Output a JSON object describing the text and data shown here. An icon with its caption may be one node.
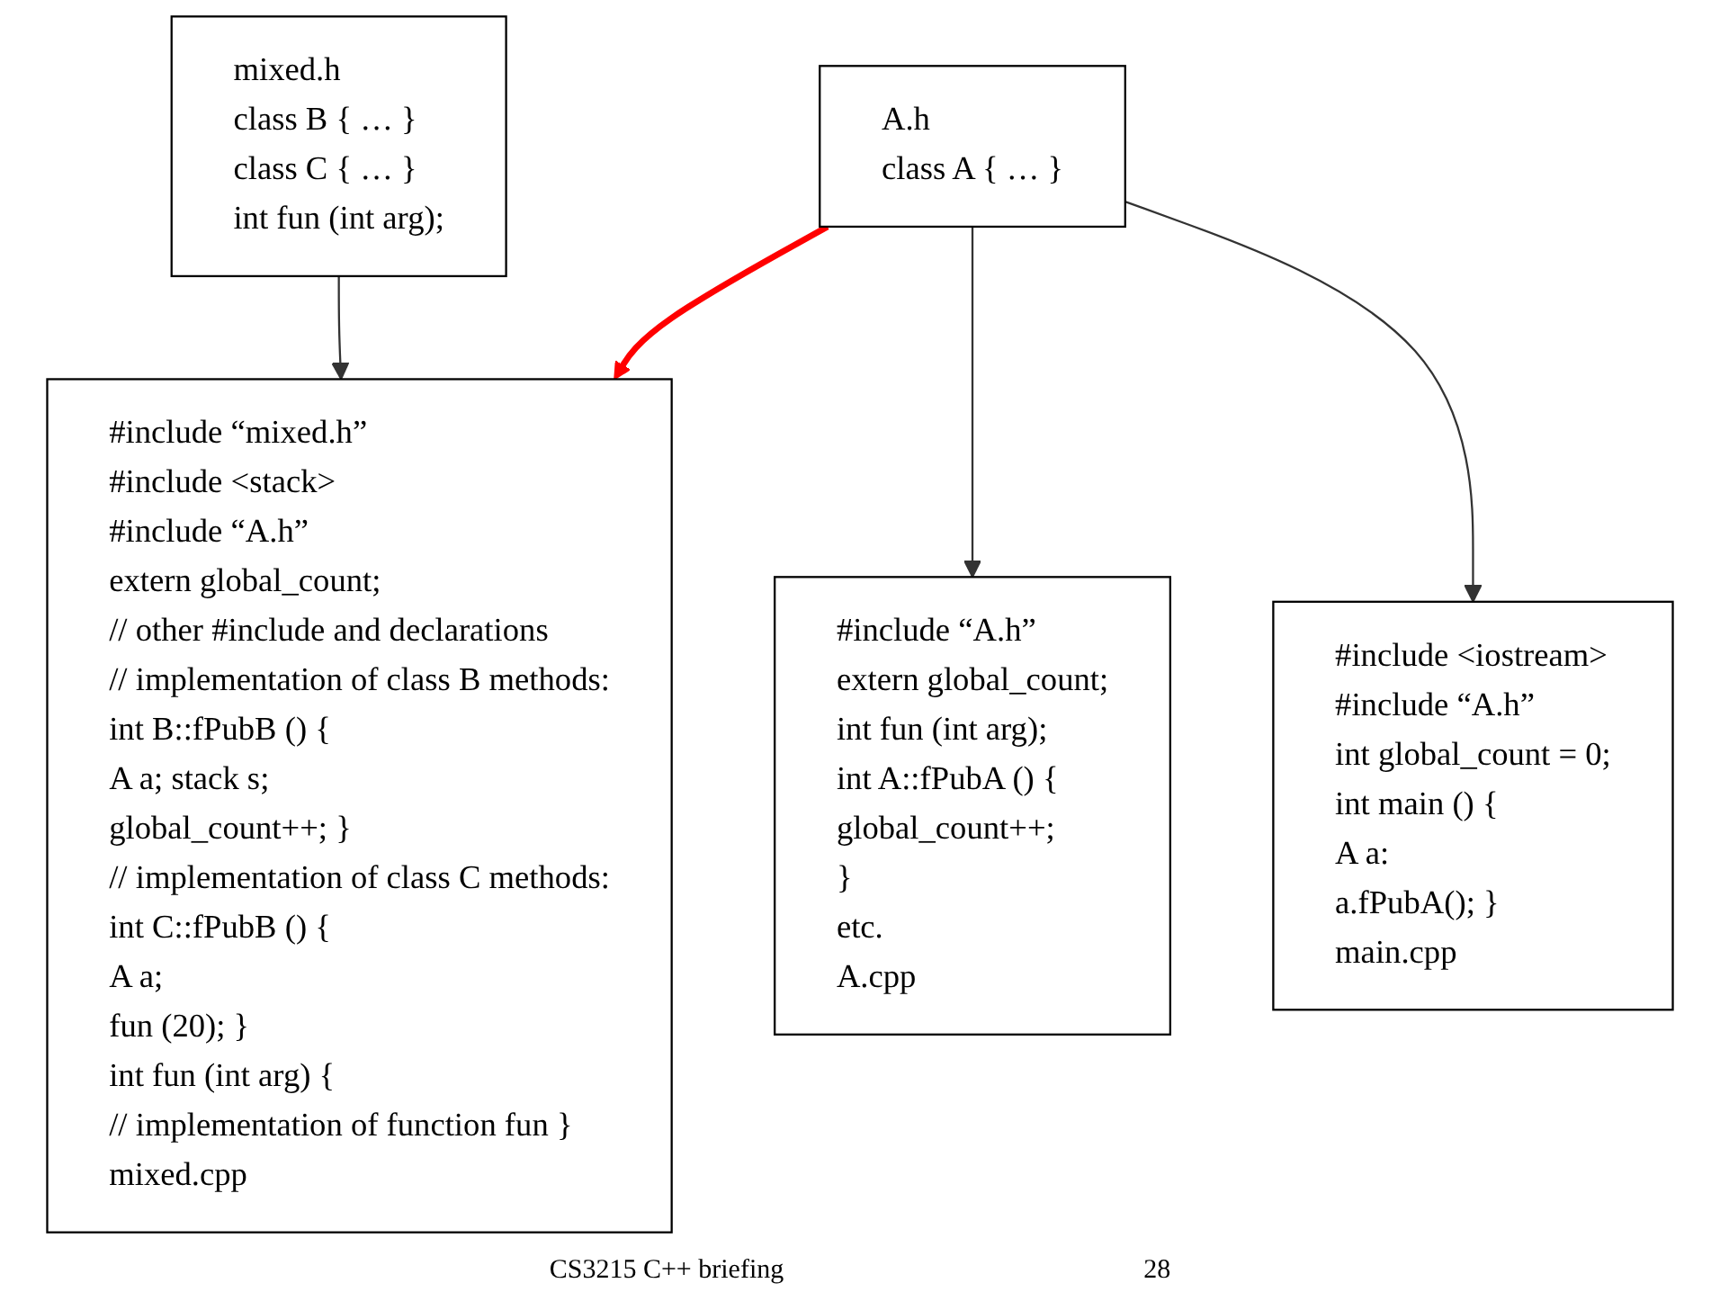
{
  "diagram": {
    "nodes": [
      {
        "text": [
          "mixed.h",
          "class B { … }",
          "class C { … }",
          "int fun (int arg);"
        ]
      },
      {
        "text": [
          "A.h",
          "class A { … }"
        ]
      },
      {
        "text": [
          "#include <iostream>",
          "#include “A.h”",
          "int global_count = 0;",
          "int main () {",
          "A a:",
          "a.fPubA();  }",
          "main.cpp"
        ]
      },
      {
        "text": [
          "#include “A.h”",
          "extern global_count;",
          "int fun (int arg);",
          "int A::fPubA () {",
          "global_count++;",
          "}",
          "etc.",
          "A.cpp"
        ]
      },
      {
        "text": [
          "#include “mixed.h”",
          "#include <stack>",
          "#include “A.h”",
          "extern global_count;",
          "// other #include and declarations",
          "// implementation of class B methods:",
          "int B::fPubB () {",
          "A a; stack s;",
          "global_count++; }",
          "// implementation of class C methods:",
          "int C::fPubB () {",
          "A a;",
          "fun (20); }",
          "int fun (int arg) {",
          "// implementation of function fun }",
          "mixed.cpp"
        ]
      }
    ],
    "edges": [
      {
        "from": 1,
        "to": 2,
        "arrow": "to"
      },
      {
        "from": 1,
        "to": 3,
        "arrow": "to"
      },
      {
        "from": 1,
        "to": 4,
        "arrow": "to",
        "style": "thick",
        "color": "#ff0000"
      },
      {
        "from": 0,
        "to": 4,
        "arrow": "to"
      }
    ],
    "labels": [
      "CS3215 C++ briefing",
      "28"
    ]
  }
}
